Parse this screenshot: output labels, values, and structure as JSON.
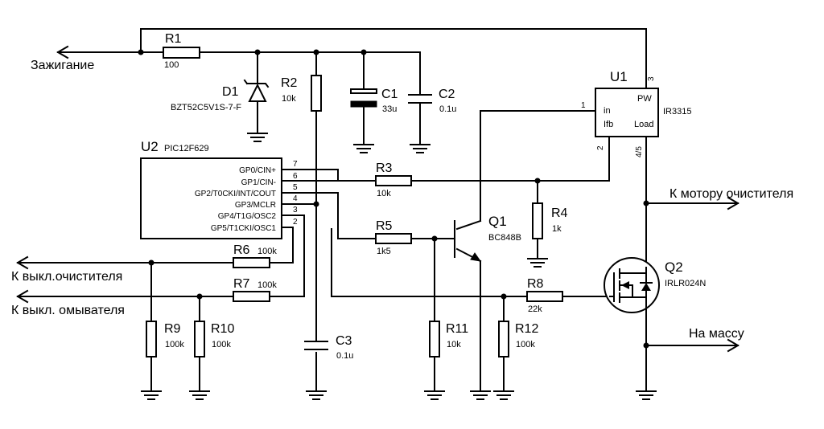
{
  "nets": {
    "ignition": "Зажигание",
    "to_motor": "К мотору очистителя",
    "to_ground": "На массу",
    "wiper_switch": "К выкл.очистителя",
    "washer_switch": "К выкл. омывателя"
  },
  "components": {
    "R1": {
      "ref": "R1",
      "value": "100"
    },
    "D1": {
      "ref": "D1",
      "value": "BZT52C5V1S-7-F"
    },
    "R2": {
      "ref": "R2",
      "value": "10k"
    },
    "C1": {
      "ref": "C1",
      "value": "33u"
    },
    "C2": {
      "ref": "C2",
      "value": "0.1u"
    },
    "U1": {
      "ref": "U1",
      "value": "IR3315",
      "pins": {
        "in": "in",
        "ifb": "Ifb",
        "pw": "PW",
        "load": "Load",
        "p1": "1",
        "p2": "2",
        "p3": "3",
        "p45": "4/5"
      }
    },
    "U2": {
      "ref": "U2",
      "value": "PIC12F629",
      "pins": [
        {
          "name": "GP0/CIN+",
          "num": "7"
        },
        {
          "name": "GP1/CIN-",
          "num": "6"
        },
        {
          "name": "GP2/T0CKI/INT/COUT",
          "num": "5"
        },
        {
          "name": "GP3/MCLR",
          "num": "4"
        },
        {
          "name": "GP4/T1G/OSC2",
          "num": "3"
        },
        {
          "name": "GP5/T1CKI/OSC1",
          "num": "2"
        }
      ]
    },
    "R3": {
      "ref": "R3",
      "value": "10k"
    },
    "R4": {
      "ref": "R4",
      "value": "1k"
    },
    "R5": {
      "ref": "R5",
      "value": "1k5"
    },
    "Q1": {
      "ref": "Q1",
      "value": "BC848B"
    },
    "R6": {
      "ref": "R6",
      "value": "100k"
    },
    "R7": {
      "ref": "R7",
      "value": "100k"
    },
    "R8": {
      "ref": "R8",
      "value": "22k"
    },
    "Q2": {
      "ref": "Q2",
      "value": "IRLR024N"
    },
    "R9": {
      "ref": "R9",
      "value": "100k"
    },
    "R10": {
      "ref": "R10",
      "value": "100k"
    },
    "C3": {
      "ref": "C3",
      "value": "0.1u"
    },
    "R11": {
      "ref": "R11",
      "value": "10k"
    },
    "R12": {
      "ref": "R12",
      "value": "100k"
    }
  }
}
